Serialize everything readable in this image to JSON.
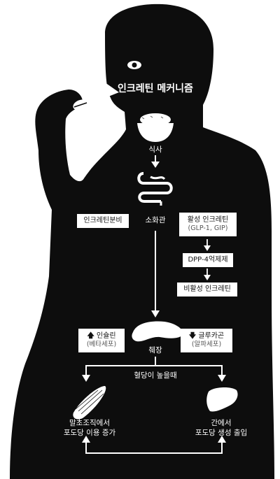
{
  "title": "인크레틴 메커니즘",
  "labels": {
    "meal": "식사",
    "small_intestine": "소화관",
    "incretin_secretion": "인크레틴분비",
    "active_incretin": "활성 인크레틴",
    "active_incretin_sub": "(GLP-1, GIP)",
    "dpp4": "DPP-4억제제",
    "inactive_incretin": "비활성 인크레틴",
    "insulin": "인슐린",
    "insulin_sub": "(베타세포)",
    "glucagon": "글루카곤",
    "glucagon_sub": "(알파세포)",
    "pancreas": "췌장",
    "high_glucose": "혈당이 높을때",
    "muscle_line1": "말초조직에서",
    "muscle_line2": "포도당 이용 증가",
    "liver_line1": "간에서",
    "liver_line2": "포도당 생성 출입"
  },
  "colors": {
    "silhouette": "#0d0d0d",
    "background": "#ffffff",
    "box": "#ffffff"
  }
}
